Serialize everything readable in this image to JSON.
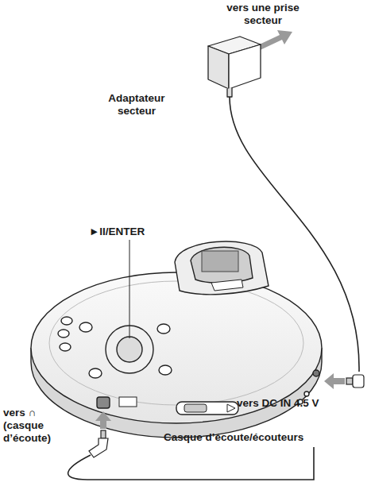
{
  "diagram": {
    "labels": [
      "vers une prise secteur",
      "Adaptateur secteur",
      "►II/ENTER",
      "vers DC IN 4.5 V",
      "vers ∩ (casque d’écoute)",
      "Casque d’écoute/écouteurs"
    ]
  }
}
